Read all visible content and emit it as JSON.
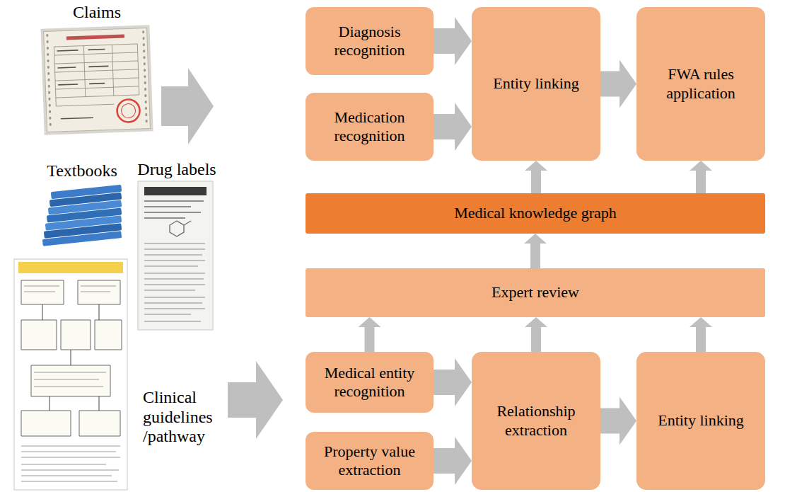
{
  "diagram": {
    "nodes": [
      {
        "text": [
          "Diagnosis recognition"
        ]
      },
      {
        "text": [
          "Medication recognition"
        ]
      },
      {
        "text": [
          "Entity linking"
        ]
      },
      {
        "text": [
          "FWA rules application"
        ]
      },
      {
        "text": [
          "Medical knowledge graph"
        ]
      },
      {
        "text": [
          "Expert review"
        ]
      },
      {
        "text": [
          "Medical entity recognition"
        ]
      },
      {
        "text": [
          "Property value extraction"
        ]
      },
      {
        "text": [
          "Relationship extraction"
        ]
      },
      {
        "text": [
          "Entity linking"
        ]
      }
    ],
    "edges": [
      {
        "from": 0,
        "to": 2,
        "arrow": "to"
      },
      {
        "from": 1,
        "to": 2,
        "arrow": "to"
      },
      {
        "from": 2,
        "to": 3,
        "arrow": "to"
      },
      {
        "from": 4,
        "to": 2,
        "arrow": "to"
      },
      {
        "from": 4,
        "to": 3,
        "arrow": "to"
      },
      {
        "from": 5,
        "to": 4,
        "arrow": "to"
      },
      {
        "from": 6,
        "to": 5,
        "arrow": "to"
      },
      {
        "from": 8,
        "to": 5,
        "arrow": "to"
      },
      {
        "from": 9,
        "to": 5,
        "arrow": "to"
      },
      {
        "from": 6,
        "to": 8,
        "arrow": "to"
      },
      {
        "from": 7,
        "to": 8,
        "arrow": "to"
      },
      {
        "from": 8,
        "to": 9,
        "arrow": "to"
      }
    ],
    "labels": [
      "Claims",
      "Textbooks",
      "Drug labels",
      "Clinical guidelines /pathway"
    ]
  }
}
